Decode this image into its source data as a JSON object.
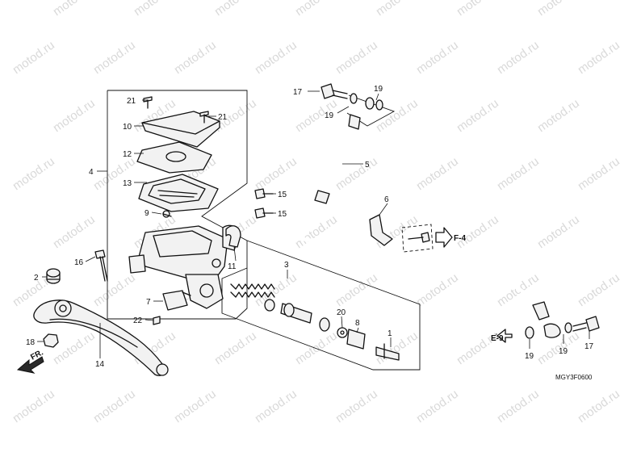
{
  "watermark": "motod.ru",
  "diagram_code": "MGY3F0600",
  "references": {
    "f4": "F-4",
    "e9": "E-9",
    "front": "FR."
  },
  "callouts": {
    "c1": "1",
    "c2": "2",
    "c3": "3",
    "c4": "4",
    "c5": "5",
    "c6": "6",
    "c7": "7",
    "c8": "8",
    "c9": "9",
    "c10": "10",
    "c11": "11",
    "c12": "12",
    "c13": "13",
    "c14": "14",
    "c15a": "15",
    "c15b": "15",
    "c16": "16",
    "c17a": "17",
    "c17b": "17",
    "c18": "18",
    "c19a": "19",
    "c19b": "19",
    "c19c": "19",
    "c19d": "19",
    "c20": "20",
    "c21a": "21",
    "c21b": "21",
    "c22": "22"
  },
  "colors": {
    "line": "#111111",
    "watermark": "#d9d9d9",
    "background": "#ffffff"
  }
}
